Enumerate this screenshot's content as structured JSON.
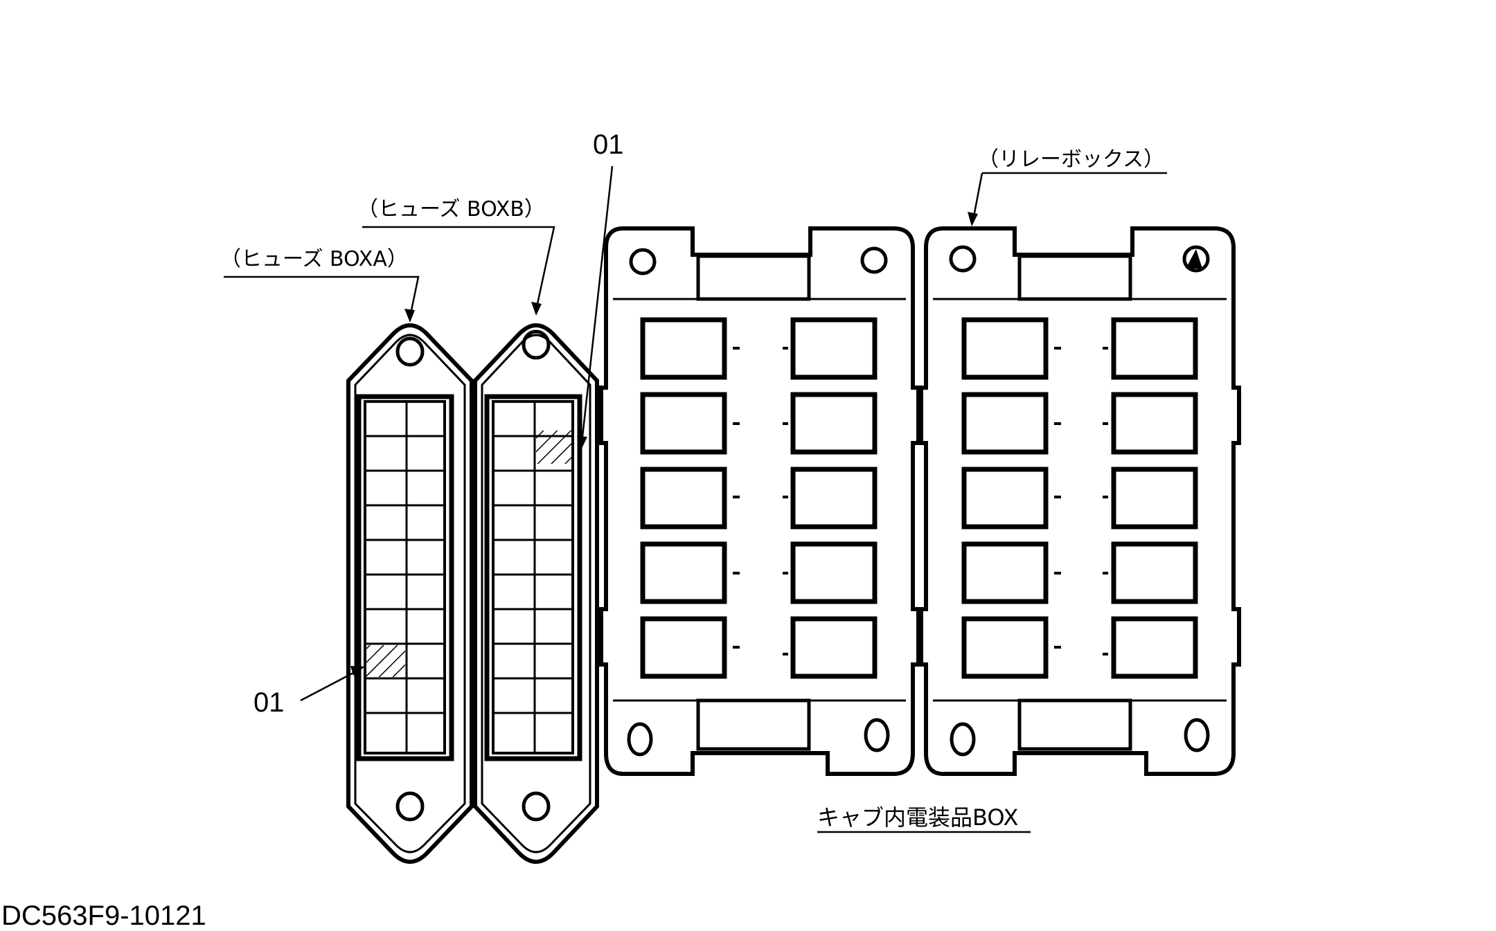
{
  "labels": {
    "fuse_box_a": "（ヒューズ BOXA）",
    "fuse_box_b": "（ヒューズ BOXB）",
    "relay_box": "（リレーボックス）",
    "cab_box": "キャブ内電装品BOX",
    "part_01_top": "01",
    "part_01_left": "01",
    "drawing_id": "DC563F9-10121"
  },
  "line_color": "#000000"
}
